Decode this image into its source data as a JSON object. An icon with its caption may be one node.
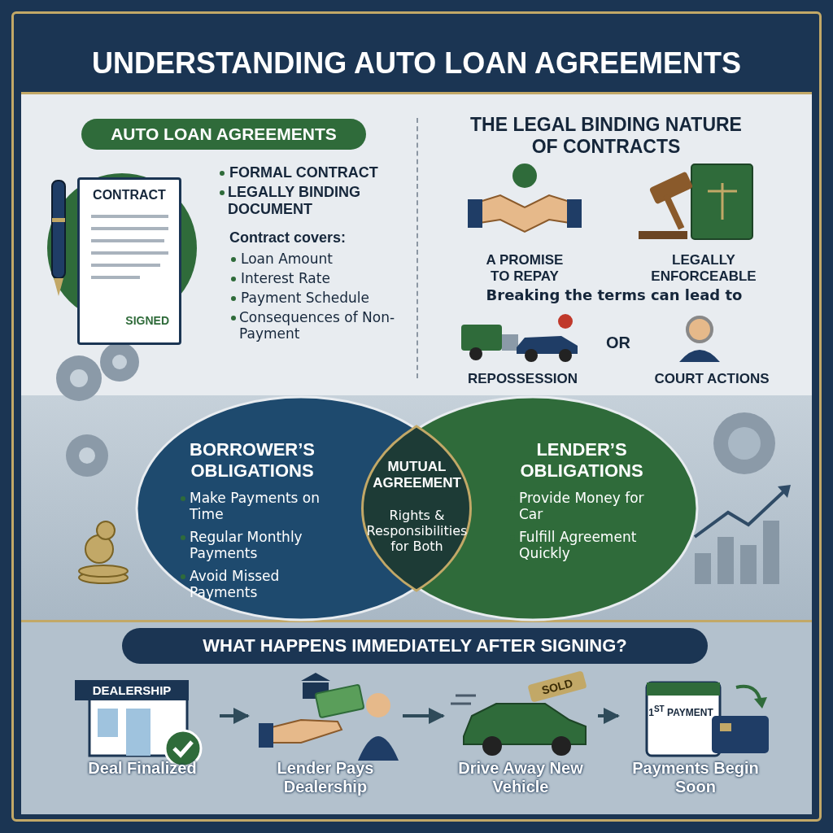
{
  "diagram": {
    "title": "UNDERSTANDING AUTO LOAN AGREEMENTS",
    "nodes": [
      {
        "text": [
          "CONTRACT",
          "SIGNED"
        ]
      },
      {
        "text": [
          "BORROWER’S OBLIGATIONS",
          "Make Payments on Time",
          "Regular Monthly Payments",
          "Avoid Missed Payments"
        ]
      },
      {
        "text": [
          "LENDER’S OBLIGATIONS",
          "Provide Money for Car",
          "Fulfill Agreement Quickly"
        ]
      },
      {
        "text": [
          "MUTUAL AGREEMENT",
          "Rights & Responsibilities for Both"
        ]
      },
      {
        "text": [
          "DEALERSHIP",
          "Deal Finalized"
        ]
      },
      {
        "text": [
          "Lender Pays Dealership"
        ]
      },
      {
        "text": [
          "SOLD",
          "Drive Away New Vehicle"
        ]
      },
      {
        "text": [
          "1$^{ST}$ PAYMENT",
          "Payments Begin Soon"
        ]
      }
    ],
    "edges": [
      {
        "from": 4,
        "to": 5,
        "arrow": "to"
      },
      {
        "from": 5,
        "to": 6,
        "arrow": "to"
      },
      {
        "from": 6,
        "to": 7,
        "arrow": "to"
      }
    ],
    "labels": [
      "AUTO LOAN AGREEMENTS",
      "FORMAL CONTRACT",
      "LEGALLY BINDING DOCUMENT",
      "Contract covers:",
      "Loan Amount",
      "Interest Rate",
      "Payment Schedule",
      "Consequences of Non-Payment",
      "THE LEGAL BINDING NATURE OF CONTRACTS",
      "A PROMISE TO REPAY",
      "LEGALLY ENFORCEABLE",
      "Breaking the terms can lead to",
      "REPOSSESSION",
      "OR",
      "COURT ACTIONS",
      "WHAT HAPPENS IMMEDIATELY AFTER SIGNING?"
    ]
  }
}
